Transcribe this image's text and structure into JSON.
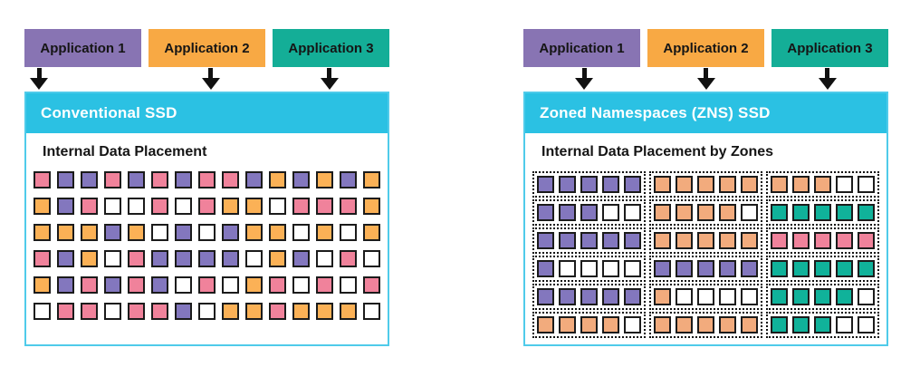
{
  "colors": {
    "purple": "#8874B3",
    "purple_sq": "#8377BE",
    "orange": "#F8A944",
    "orange_sq": "#FBB156",
    "teal": "#14AE97",
    "teal_sq": "#10B29A",
    "pink": "#F0829B",
    "peach": "#F2AB7D",
    "cyan": "#2BC1E3",
    "cyan_border": "#4FCBEA",
    "ink": "#111111"
  },
  "left_panel": {
    "apps": [
      {
        "label": "Application 1",
        "color": "purple"
      },
      {
        "label": "Application 2",
        "color": "orange"
      },
      {
        "label": "Application 3",
        "color": "teal"
      }
    ],
    "ssd_title": "Conventional SSD",
    "placement_label": "Internal Data Placement",
    "grid_rows": [
      [
        "pink",
        "purple",
        "purple",
        "pink",
        "purple",
        "pink",
        "purple",
        "pink",
        "pink",
        "purple",
        "orange",
        "purple",
        "orange",
        "purple",
        "orange"
      ],
      [
        "orange",
        "purple",
        "pink",
        "white",
        "white",
        "pink",
        "white",
        "pink",
        "orange",
        "orange",
        "white",
        "pink",
        "pink",
        "pink",
        "orange"
      ],
      [
        "orange",
        "orange",
        "orange",
        "purple",
        "orange",
        "white",
        "purple",
        "white",
        "purple",
        "orange",
        "orange",
        "white",
        "orange",
        "white",
        "orange"
      ],
      [
        "pink",
        "purple",
        "orange",
        "white",
        "pink",
        "purple",
        "purple",
        "purple",
        "purple",
        "white",
        "orange",
        "purple",
        "white",
        "pink",
        "white"
      ],
      [
        "orange",
        "purple",
        "pink",
        "purple",
        "pink",
        "purple",
        "white",
        "pink",
        "white",
        "orange",
        "pink",
        "white",
        "pink",
        "white",
        "pink"
      ],
      [
        "white",
        "pink",
        "pink",
        "white",
        "pink",
        "pink",
        "purple",
        "white",
        "orange",
        "orange",
        "pink",
        "orange",
        "orange",
        "orange",
        "white"
      ]
    ]
  },
  "right_panel": {
    "apps": [
      {
        "label": "Application 1",
        "color": "purple"
      },
      {
        "label": "Application 2",
        "color": "orange"
      },
      {
        "label": "Application 3",
        "color": "teal"
      }
    ],
    "ssd_title": "Zoned Namespaces (ZNS) SSD",
    "placement_label": "Internal Data Placement by Zones",
    "zone_rows": [
      [
        [
          "purple",
          "purple",
          "purple",
          "purple",
          "purple"
        ],
        [
          "peach",
          "peach",
          "peach",
          "peach",
          "peach"
        ],
        [
          "peach",
          "peach",
          "peach",
          "white",
          "white"
        ]
      ],
      [
        [
          "purple",
          "purple",
          "purple",
          "white",
          "white"
        ],
        [
          "peach",
          "peach",
          "peach",
          "peach",
          "white"
        ],
        [
          "teal",
          "teal",
          "teal",
          "teal",
          "teal"
        ]
      ],
      [
        [
          "purple",
          "purple",
          "purple",
          "purple",
          "purple"
        ],
        [
          "peach",
          "peach",
          "peach",
          "peach",
          "peach"
        ],
        [
          "pink",
          "pink",
          "pink",
          "pink",
          "pink"
        ]
      ],
      [
        [
          "purple",
          "white",
          "white",
          "white",
          "white"
        ],
        [
          "purple",
          "purple",
          "purple",
          "purple",
          "purple"
        ],
        [
          "teal",
          "teal",
          "teal",
          "teal",
          "teal"
        ]
      ],
      [
        [
          "purple",
          "purple",
          "purple",
          "purple",
          "purple"
        ],
        [
          "peach",
          "white",
          "white",
          "white",
          "white"
        ],
        [
          "teal",
          "teal",
          "teal",
          "teal",
          "white"
        ]
      ],
      [
        [
          "peach",
          "peach",
          "peach",
          "peach",
          "white"
        ],
        [
          "peach",
          "peach",
          "peach",
          "peach",
          "peach"
        ],
        [
          "teal",
          "teal",
          "teal",
          "white",
          "white"
        ]
      ]
    ]
  }
}
